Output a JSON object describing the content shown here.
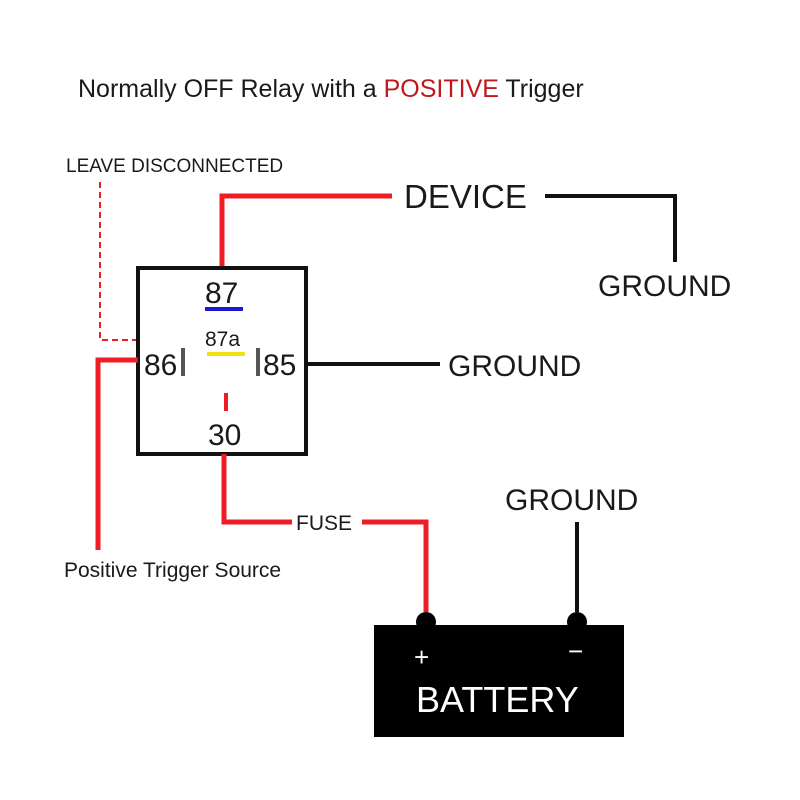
{
  "title": {
    "prefix": "Normally OFF Relay with a ",
    "highlight": "POSITIVE",
    "suffix": " Trigger"
  },
  "labels": {
    "leave_disconnected": "LEAVE DISCONNECTED",
    "device": "DEVICE",
    "ground_device": "GROUND",
    "ground_85": "GROUND",
    "ground_battery": "GROUND",
    "fuse": "FUSE",
    "positive_trigger_source": "Positive Trigger Source",
    "battery": "BATTERY",
    "battery_plus": "+",
    "battery_minus": "−"
  },
  "relay": {
    "pin_87": "87",
    "pin_87a": "87a",
    "pin_86": "86",
    "pin_85": "85",
    "pin_30": "30"
  },
  "colors": {
    "positive_wire": "#ee1c24",
    "ground_wire": "#111111",
    "title_highlight": "#c0161d",
    "pin_87_marker": "#1a1acc",
    "pin_87a_marker": "#f0e010",
    "battery_body": "#000000"
  }
}
